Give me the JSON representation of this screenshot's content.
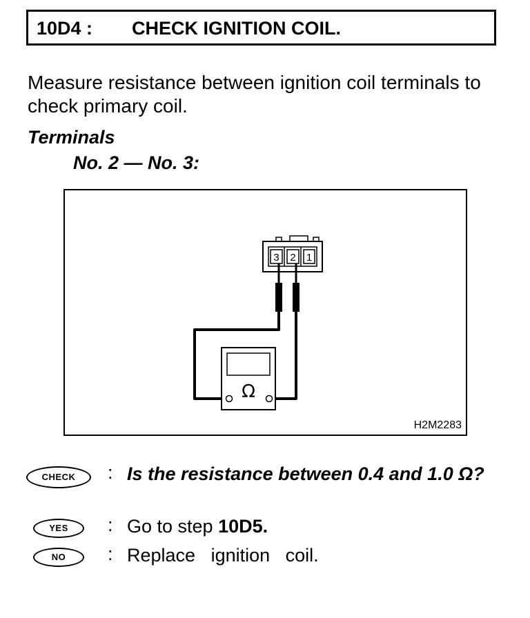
{
  "header": {
    "step_id": "10D4 :",
    "step_title": "CHECK IGNITION COIL."
  },
  "instruction": "Measure resistance between ignition coil terminals to check primary coil.",
  "terminals": {
    "label": "Terminals",
    "value": "No. 2 — No. 3:"
  },
  "diagram": {
    "figure_id": "H2M2283",
    "terminal_labels": [
      "3",
      "2",
      "1"
    ],
    "meter_symbol": "Ω"
  },
  "check": {
    "badge": "CHECK",
    "colon": ":",
    "question": "Is the resistance between 0.4 and 1.0 Ω?"
  },
  "yes": {
    "badge": "YES",
    "colon": ":",
    "text_prefix": "Go to step ",
    "step_ref": "10D5."
  },
  "no": {
    "badge": "NO",
    "colon": ":",
    "text": "Replace   ignition   coil."
  }
}
